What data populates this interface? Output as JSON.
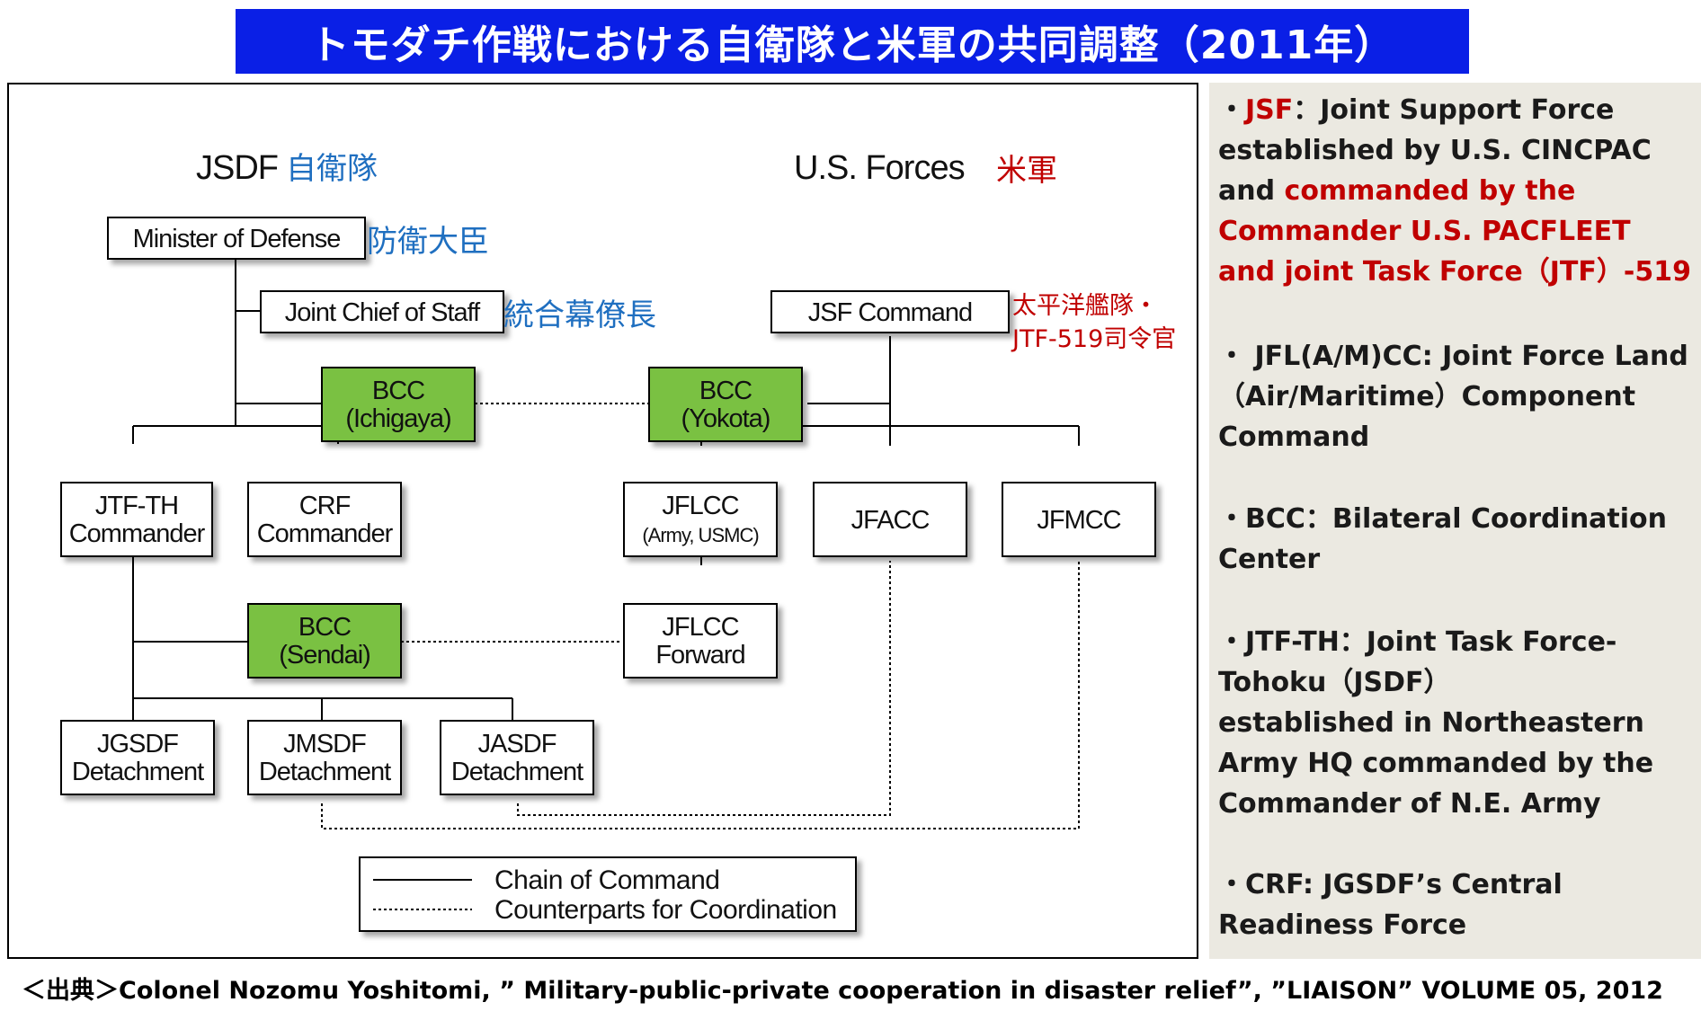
{
  "banner": {
    "title": "トモダチ作戦における自衛隊と米軍の共同調整（2011年）"
  },
  "diagram": {
    "jsdf_header": {
      "en": "JSDF",
      "jp": "自衛隊"
    },
    "us_header": {
      "en": "U.S. Forces",
      "jp": "米軍"
    },
    "nodes": {
      "minister": {
        "lines": [
          "Minister of Defense"
        ],
        "jp": "防衛大臣"
      },
      "jcs": {
        "lines": [
          "Joint Chief of Staff"
        ],
        "jp": "統合幕僚長"
      },
      "jsf": {
        "lines": [
          "JSF Command"
        ],
        "jp_lines": [
          "太平洋艦隊・",
          "JTF-519司令官"
        ]
      },
      "bcc_ichigaya": {
        "lines": [
          "BCC",
          "(Ichigaya)"
        ]
      },
      "bcc_yokota": {
        "lines": [
          "BCC",
          "(Yokota)"
        ]
      },
      "jtfth": {
        "lines": [
          "JTF-TH",
          "Commander"
        ]
      },
      "crf": {
        "lines": [
          "CRF",
          "Commander"
        ]
      },
      "jflcc": {
        "lines": [
          "JFLCC",
          "(Army, USMC)"
        ]
      },
      "jfacc": {
        "lines": [
          "JFACC"
        ]
      },
      "jfmcc": {
        "lines": [
          "JFMCC"
        ]
      },
      "bcc_sendai": {
        "lines": [
          "BCC",
          "(Sendai)"
        ]
      },
      "jflcc_fwd": {
        "lines": [
          "JFLCC",
          "Forward"
        ]
      },
      "jgsdf": {
        "lines": [
          "JGSDF",
          "Detachment"
        ]
      },
      "jmsdf": {
        "lines": [
          "JMSDF",
          "Detachment"
        ]
      },
      "jasdf": {
        "lines": [
          "JASDF",
          "Detachment"
        ]
      }
    },
    "legend": {
      "solid": "Chain of Command",
      "dotted": "Counterparts for Coordination"
    },
    "colors": {
      "bcc_fill": "#7ac143",
      "jp_blue": "#1f6fc0",
      "jp_red": "#c00000"
    }
  },
  "notes": [
    {
      "segments": [
        {
          "t": "・",
          "c": "dark"
        },
        {
          "t": "JSF",
          "c": "red"
        },
        {
          "t": "：Joint Support Force established by U.S. CINCPAC and ",
          "c": "dark"
        },
        {
          "t": "commanded by the Commander U.S. PACFLEET and joint Task Force（JTF）-519",
          "c": "red"
        }
      ]
    },
    {
      "segments": [
        {
          "t": "・ JFL(A/M)CC: Joint Force Land（Air/Maritime）Component Command",
          "c": "dark"
        }
      ]
    },
    {
      "segments": [
        {
          "t": "・BCC：Bilateral Coordination Center",
          "c": "dark"
        }
      ]
    },
    {
      "segments": [
        {
          "t": "・JTF-TH：Joint Task Force-Tohoku（JSDF）",
          "c": "dark"
        },
        {
          "t": "\nestablished in Northeastern Army HQ commanded by the Commander of N.E. Army",
          "c": "dark"
        }
      ]
    },
    {
      "segments": [
        {
          "t": "・CRF: JGSDF’s Central Readiness Force",
          "c": "dark"
        }
      ]
    }
  ],
  "footer": "＜出典＞Colonel Nozomu Yoshitomi, ” Military-public-private cooperation in disaster relief”, ”LIAISON” VOLUME 05, 2012"
}
